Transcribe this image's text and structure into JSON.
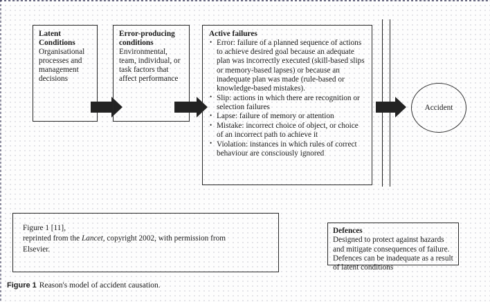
{
  "figure": {
    "caption_label": "Figure 1",
    "caption_text": "Reason's model of accident causation."
  },
  "stages": {
    "latent": {
      "title": "Latent Conditions",
      "body": "Organisational processes and management decisions"
    },
    "error_producing": {
      "title": "Error-producing conditions",
      "body": "Environmental, team, individual, or task factors that affect performance"
    },
    "active_failures": {
      "title": "Active failures",
      "bullets": [
        "Error: failure of a planned sequence of actions to achieve desired goal because an adequate plan was incorrectly executed (skill-based slips or memory-based lapses) or because an inadequate plan was made (rule-based or knowledge-based mistakes).",
        "Slip: actions in which there are recognition or selection failures",
        "Lapse: failure of memory or attention",
        "Mistake: incorrect choice of object, or choice of an incorrect path to achieve it",
        "Violation: instances in which rules of correct behaviour are consciously ignored"
      ]
    }
  },
  "outcome": {
    "label": "Accident"
  },
  "defences": {
    "title": "Defences",
    "body": "Designed to protect against hazards and mitigate consequences of failure. Defences can be inadequate as a result of latent conditions"
  },
  "credit": {
    "line1": "Figure 1 [11],",
    "line2_before": "reprinted from the ",
    "line2_italic": "Lancet",
    "line2_after": ", copyright 2002, with permission from",
    "line3": "Elsevier."
  },
  "colors": {
    "ink": "#1a1a1a",
    "arrow": "#232323",
    "border": "#262626",
    "paper": "#fdfdfd"
  }
}
